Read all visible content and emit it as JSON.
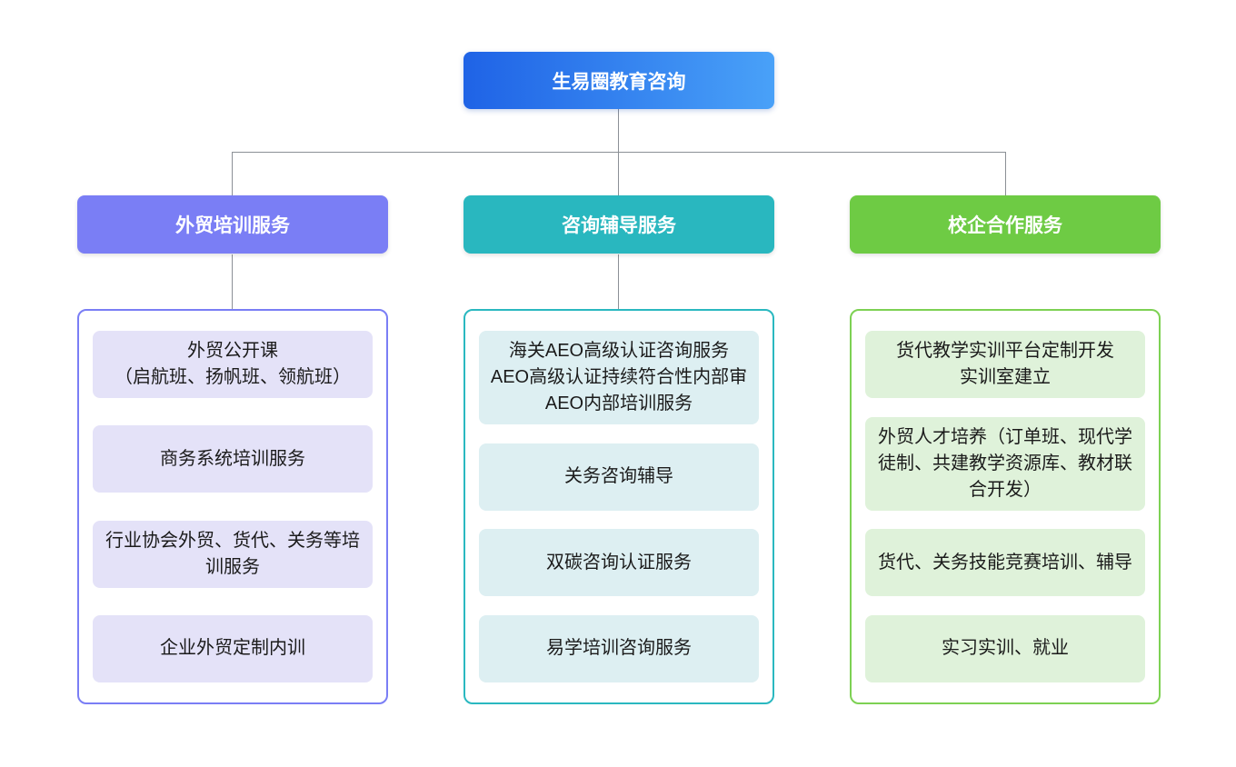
{
  "root": {
    "label": "生易圈教育咨询"
  },
  "colors": {
    "root_gradient_start": "#1f63e6",
    "root_gradient_end": "#49a1f8",
    "connector": "#8b9096",
    "branch1_header": "#7a7ef5",
    "branch1_item_bg": "#e4e2f8",
    "branch2_header": "#29b7bf",
    "branch2_item_bg": "#ddeff2",
    "branch3_header": "#6ecb44",
    "branch3_item_bg": "#dff2da"
  },
  "branches": [
    {
      "label": "外贸培训服务",
      "items": [
        "外贸公开课\n（启航班、扬帆班、领航班）",
        "商务系统培训服务",
        "行业协会外贸、货代、关务等培训服务",
        "企业外贸定制内训"
      ]
    },
    {
      "label": "咨询辅导服务",
      "items": [
        "海关AEO高级认证咨询服务\nAEO高级认证持续符合性内部审\nAEO内部培训服务",
        "关务咨询辅导",
        "双碳咨询认证服务",
        "易学培训咨询服务"
      ]
    },
    {
      "label": "校企合作服务",
      "items": [
        "货代教学实训平台定制开发\n实训室建立",
        "外贸人才培养（订单班、现代学徒制、共建教学资源库、教材联合开发）",
        "货代、关务技能竞赛培训、辅导",
        "实习实训、就业"
      ]
    }
  ]
}
